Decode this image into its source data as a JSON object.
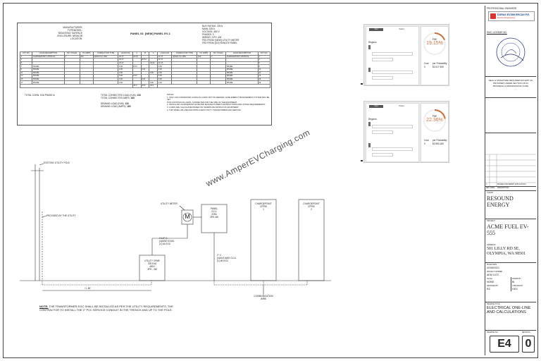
{
  "panel_header_left": {
    "lines": [
      "MANUFACTURER:",
      "TYPE/MODEL:",
      "MOUNTING: SURFACE",
      "ENCLOSURE: NEMA 3R",
      "LOCATION:"
    ]
  },
  "panel_title": "PANEL ID: [NEW] PANEL EV-1",
  "panel_header_right": {
    "lines": [
      "BUS RATING: 225 A",
      "MAIN: 225 A",
      "VOLTAGE: 480 V",
      "PHASES: 3",
      "WIRING: 3 PH, 4W",
      "FED FROM: [NEW] UTILITY METER",
      "FED FROM: [EX] REMOTE PANEL"
    ]
  },
  "schedule": {
    "headers": [
      "CKT NO.",
      "LOAD DESCRIPTION",
      "NO. POLES",
      "OC AMPS",
      "CONDUCTOR TYPE",
      "LOAD KVA",
      "A",
      "B",
      "C",
      "LOAD KVA",
      "CONDUCTOR TYPE",
      "OC AMPS",
      "NO. POLES",
      "LOAD DESCRIPTION",
      "CKT NO."
    ],
    "rows": [
      [
        "1",
        "CHARGEPOINT CPF50 #1",
        "3",
        "100",
        "(3)#1/0 CU, #6G",
        "22.17",
        "22.10",
        "",
        "",
        "22.17",
        "(3)#1/0 CU, #6G",
        "100",
        "3",
        "CHARGEPOINT CPF50 #2",
        "2"
      ],
      [
        "3",
        "-",
        "",
        "",
        "",
        "22.17",
        "",
        "44.34",
        "",
        "22.17",
        "",
        "",
        "",
        "-",
        "4"
      ],
      [
        "5",
        "-",
        "",
        "",
        "",
        "22.17",
        "",
        "",
        "44.34",
        "22.17",
        "",
        "",
        "",
        "-",
        "6"
      ],
      [
        "7",
        "SPARE",
        "",
        "",
        "",
        "0.00",
        "0.00",
        "",
        "",
        "0.00",
        "",
        "",
        "",
        "SPARE",
        "8"
      ],
      [
        "9",
        "SPARE",
        "",
        "",
        "",
        "0.00",
        "",
        "0.00",
        "",
        "0.00",
        "",
        "",
        "",
        "SPARE",
        "10"
      ],
      [
        "11",
        "SPARE",
        "",
        "",
        "",
        "0.00",
        "",
        "",
        "0.00",
        "0.00",
        "",
        "",
        "",
        "SPARE",
        "12"
      ],
      [
        "13",
        "SPARE",
        "",
        "",
        "",
        "0.00",
        "0.00",
        "",
        "",
        "0.00",
        "",
        "",
        "",
        "SPARE",
        "14"
      ],
      [
        "15",
        "SPARE",
        "",
        "",
        "",
        "0.00",
        "",
        "0.00",
        "",
        "0.00",
        "",
        "",
        "",
        "SPARE",
        "16"
      ],
      [
        "17",
        "SPARE",
        "",
        "",
        "",
        "0.00",
        "",
        "",
        "0.00",
        "0.00",
        "",
        "",
        "",
        "SPARE",
        "18"
      ]
    ],
    "totals": [
      "44.3",
      "44.3",
      "44.3"
    ]
  },
  "summary": {
    "total_kva_label": "TOTAL CONN. KVA PHASE A:",
    "total_connected_load_label": "TOTAL CONNECTED LOAD (KVA):",
    "total_connected_load": "133",
    "total_connected_amps_label": "TOTAL CONNECTED AMPS:",
    "total_connected_amps": "160",
    "demand_load_label": "DEMAND LOAD (KVA):",
    "demand_load": "133",
    "demand_amps_label": "DEMAND LOAD (AMPS):",
    "demand_amps": "160"
  },
  "notes": {
    "title": "NOTES:",
    "items": [
      "1. IN EV CAS CONNECTED LOADS AS LOADS NOT ON DEMAND. EVSE ENERGY MANAGEMENT SYSTEM WILL BE SET",
      "   FOR CONTINUOUS LOADS, CONNECTED FOR THE SIZE OF THE EQUIPMENT.",
      "2. INSTALLING CHARGEPOINT EVSE PER MANUFACTURER'S INSTRUCTIONS AND LISTING REQUIREMENTS.",
      "3. LOADS ARE CALCULATED BASED ON NAMEPLATE RATINGS OF EQUIPMENT.",
      "4. THIS PANEL WILL BE FED FROM A NEW UTILITY TRANSFORMER AND SERVICE."
    ]
  },
  "watermark": "www.AmperEVCharging.com",
  "one_line": {
    "utility_pole": "EXISTING UTILITY POLE",
    "transformer": "PROVIDED BY THE UTILITY",
    "meter_label": "UTILITY METER",
    "meter_symbol": "M",
    "panel_label": [
      "PANEL",
      "EV-1",
      "225A",
      "3PH 4W"
    ],
    "service_label": [
      "UTILITY XFMR",
      "225 KVA",
      "480V",
      "3PH - 4W"
    ],
    "conduit_1": [
      "2-1/2\" C",
      "(4)#250 KCMIL",
      "(1) #4 EGC"
    ],
    "conduit_2": [
      "2\" C",
      "(4)#1/0 AWG CU &",
      "(1) #6 EGC"
    ],
    "charger_1": [
      "CHARGEPOINT",
      "CPF50",
      "1"
    ],
    "charger_2": [
      "CHARGEPOINT",
      "CPF50",
      "2"
    ],
    "comm_label": [
      "COMMUNICATION",
      "WIRE"
    ],
    "dimension": "+/- 80'",
    "bottom_note_title": "NOTE:",
    "bottom_note": "THE TRANSFORMER EGC SHALL BE INSTALLED AS PER THE UTILITY REQUIREMENTS. THE CONTRACTOR TO INSTALL THE 2\" PVC SERVICE CONDUIT IN THE TRENCH AND UP TO THE POLE."
  },
  "software": {
    "panel1": {
      "tabs": [
        "Input",
        "Output"
      ],
      "region_label": "Regions",
      "percent": "19.15%",
      "gauge_caption": "PHE",
      "stat_left_label": "Cost",
      "stat_right_label": "per Probability",
      "stat_left": "0",
      "stat_right": "$2,617,540"
    },
    "panel2": {
      "tabs": [
        "Input",
        "Output"
      ],
      "region_label": "Regions",
      "percent": "22.36%",
      "gauge_caption": "PHE",
      "stat_left_label": "Cost",
      "stat_right_label": "per Probability",
      "stat_left": "0",
      "stat_right": "$2,963,180"
    },
    "accent": "#c8703c"
  },
  "title_block": {
    "engineer_header": "PROFESSIONAL ENGINEER",
    "firm_name": "DURAS EVSIM ERCAN P.E.",
    "firm_sub": "Electrical Engineering",
    "license_label": "ENG. LICENSE NO.",
    "seal_note": "SEAL & SIGNATURE REQUIRED EXCEPT AS PROVIDED UNDER SECTION 18.43 BUSINESS & PROFESSIONS CODE",
    "revision_header": [
      "REV",
      "DATE",
      "DESCRIPTION"
    ],
    "revision_row": [
      "0",
      "",
      "ISSUED FOR PERMIT APPLICATION"
    ],
    "client_label": "CLIENT",
    "client": "RESOUND ENERGY",
    "project_label": "PROJECT",
    "project": "ACME FUEL EV-555",
    "address_label": "ADDRESS",
    "address": "501 LILLY RD SE, OLYMPIA, WA 98501",
    "date_label": "ISSUE DATE",
    "date": "02/08/2021",
    "project_number_label": "PROJECT NUMBER",
    "project_number": "AEM 1070",
    "scale_label": "SCALE",
    "scale": "NONE",
    "drawn_label": "DRAWN BY",
    "drawn": "BI",
    "designed_label": "DESIGNED BY",
    "designed": "RC",
    "checked_label": "CHECKED BY",
    "checked": "DEG",
    "drawing_title_label": "DRAWING TITLE",
    "drawing_title": "ELECTRICAL ONE-LINE AND CALCULATIONS",
    "drawing_no_label": "DRAWING NO.",
    "drawing_no": "E4",
    "revision_label": "REVISION",
    "revision": "0"
  }
}
